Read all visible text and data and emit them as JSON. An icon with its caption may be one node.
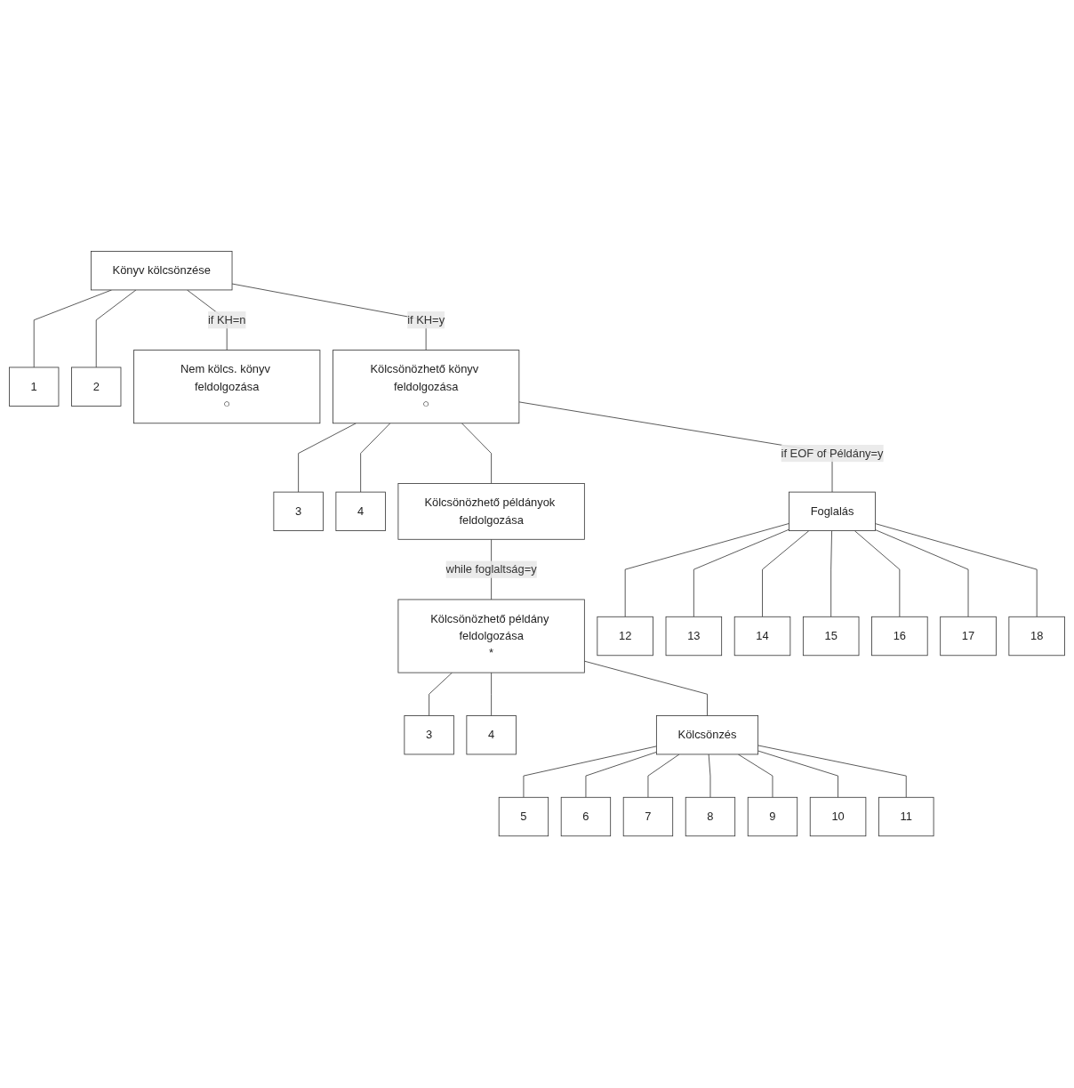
{
  "diagram": {
    "nodes": [
      {
        "text": [
          "Könyv kölcsönzése"
        ]
      },
      {
        "text": [
          "1"
        ]
      },
      {
        "text": [
          "2"
        ]
      },
      {
        "text": [
          "Nem kölcs. könyv feldolgozása",
          "○"
        ]
      },
      {
        "text": [
          "Kölcsönözhető könyv feldolgozása",
          "○"
        ]
      },
      {
        "text": [
          "3"
        ]
      },
      {
        "text": [
          "4"
        ]
      },
      {
        "text": [
          "Kölcsönözhető példányok feldolgozása"
        ]
      },
      {
        "text": [
          "Foglalás"
        ]
      },
      {
        "text": [
          "Kölcsönözhető példány feldolgozása",
          "*"
        ]
      },
      {
        "text": [
          "3"
        ]
      },
      {
        "text": [
          "4"
        ]
      },
      {
        "text": [
          "Kölcsönzés"
        ]
      },
      {
        "text": [
          "5"
        ]
      },
      {
        "text": [
          "6"
        ]
      },
      {
        "text": [
          "7"
        ]
      },
      {
        "text": [
          "8"
        ]
      },
      {
        "text": [
          "9"
        ]
      },
      {
        "text": [
          "10"
        ]
      },
      {
        "text": [
          "11"
        ]
      },
      {
        "text": [
          "12"
        ]
      },
      {
        "text": [
          "13"
        ]
      },
      {
        "text": [
          "14"
        ]
      },
      {
        "text": [
          "15"
        ]
      },
      {
        "text": [
          "16"
        ]
      },
      {
        "text": [
          "17"
        ]
      },
      {
        "text": [
          "18"
        ]
      }
    ],
    "edges": [
      {
        "from": 0,
        "to": 1,
        "arrow": "none"
      },
      {
        "from": 0,
        "to": 2,
        "arrow": "none"
      },
      {
        "from": 0,
        "to": 3,
        "arrow": "none",
        "label": "if KH=n"
      },
      {
        "from": 0,
        "to": 4,
        "arrow": "none",
        "label": "if KH=y"
      },
      {
        "from": 4,
        "to": 5,
        "arrow": "none"
      },
      {
        "from": 4,
        "to": 6,
        "arrow": "none"
      },
      {
        "from": 4,
        "to": 7,
        "arrow": "none"
      },
      {
        "from": 4,
        "to": 8,
        "arrow": "none",
        "label": "if EOF of Példány=y"
      },
      {
        "from": 7,
        "to": 9,
        "arrow": "none",
        "label": "while foglaltság=y"
      },
      {
        "from": 9,
        "to": 10,
        "arrow": "none"
      },
      {
        "from": 9,
        "to": 11,
        "arrow": "none"
      },
      {
        "from": 9,
        "to": 12,
        "arrow": "none"
      },
      {
        "from": 12,
        "to": 13,
        "arrow": "none"
      },
      {
        "from": 12,
        "to": 14,
        "arrow": "none"
      },
      {
        "from": 12,
        "to": 15,
        "arrow": "none"
      },
      {
        "from": 12,
        "to": 16,
        "arrow": "none"
      },
      {
        "from": 12,
        "to": 17,
        "arrow": "none"
      },
      {
        "from": 12,
        "to": 18,
        "arrow": "none"
      },
      {
        "from": 12,
        "to": 19,
        "arrow": "none"
      },
      {
        "from": 8,
        "to": 20,
        "arrow": "none"
      },
      {
        "from": 8,
        "to": 21,
        "arrow": "none"
      },
      {
        "from": 8,
        "to": 22,
        "arrow": "none"
      },
      {
        "from": 8,
        "to": 23,
        "arrow": "none"
      },
      {
        "from": 8,
        "to": 24,
        "arrow": "none"
      },
      {
        "from": 8,
        "to": 25,
        "arrow": "none"
      },
      {
        "from": 8,
        "to": 26,
        "arrow": "none"
      }
    ]
  }
}
